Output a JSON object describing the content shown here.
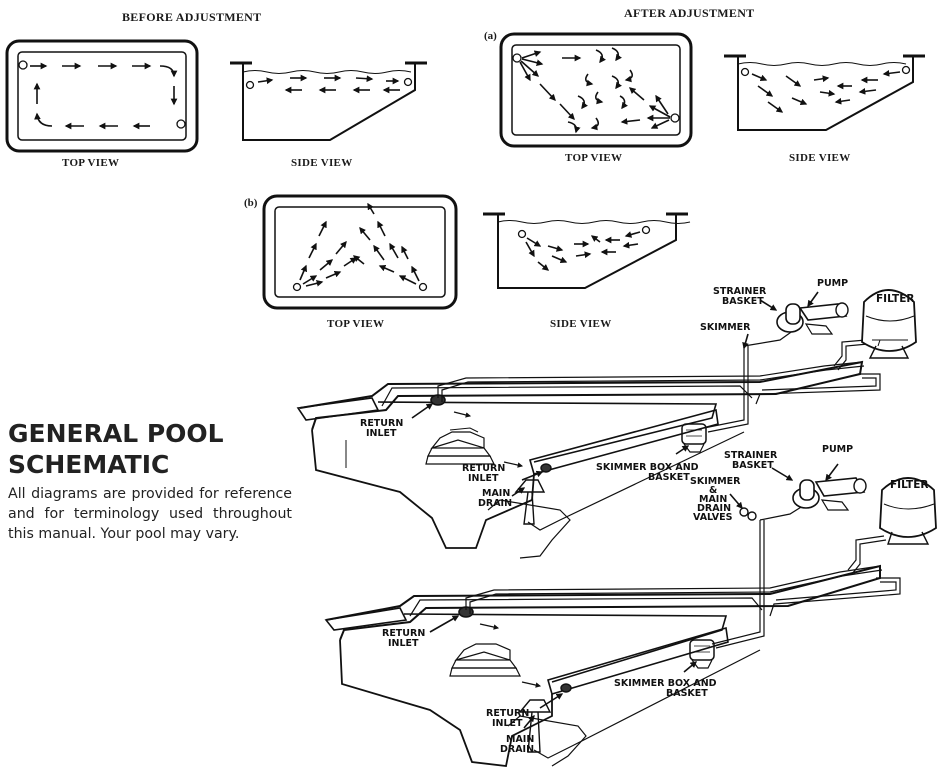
{
  "before": {
    "heading": "BEFORE ADJUSTMENT",
    "top_caption": "TOP VIEW",
    "side_caption": "SIDE VIEW"
  },
  "after": {
    "heading": "AFTER ADJUSTMENT",
    "a_tag": "(a)",
    "a_top_caption": "TOP VIEW",
    "a_side_caption": "SIDE VIEW",
    "b_tag": "(b)",
    "b_top_caption": "TOP VIEW",
    "b_side_caption": "SIDE VIEW"
  },
  "schematic": {
    "title": "GENERAL POOL SCHEMATIC",
    "description": "All diagrams are provided for reference and for terminology used throughout this manual. Your pool may vary."
  },
  "diagram1": {
    "strainer_basket": [
      "STRAINER",
      "BASKET"
    ],
    "pump": "PUMP",
    "filter": "FILTER",
    "skimmer": "SKIMMER",
    "return_inlet_upper": [
      "RETURN",
      "INLET"
    ],
    "skimmer_box": [
      "SKIMMER BOX AND",
      "BASKET"
    ],
    "return_inlet_lower": [
      "RETURN",
      "INLET"
    ],
    "main_drain": [
      "MAIN",
      "DRAIN"
    ]
  },
  "diagram2": {
    "strainer_basket": [
      "STRAINER",
      "BASKET"
    ],
    "pump": "PUMP",
    "filter": "FILTER",
    "valves": [
      "SKIMMER",
      "&",
      "MAIN",
      "DRAIN",
      "VALVES"
    ],
    "return_inlet_upper": [
      "RETURN",
      "INLET"
    ],
    "skimmer_box": [
      "SKIMMER BOX AND",
      "BASKET"
    ],
    "return_inlet_lower": [
      "RETURN",
      "INLET"
    ],
    "main_drain": [
      "MAIN",
      "DRAIN"
    ]
  }
}
